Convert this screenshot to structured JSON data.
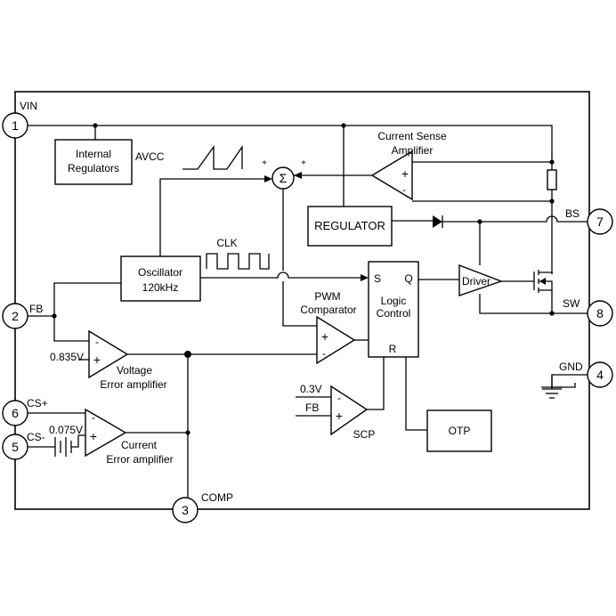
{
  "pins": {
    "vin": {
      "number": "1",
      "label": "VIN"
    },
    "fb": {
      "number": "2",
      "label": "FB"
    },
    "comp": {
      "number": "3",
      "label": "COMP"
    },
    "gnd": {
      "number": "4",
      "label": "GND"
    },
    "csm": {
      "number": "5",
      "label": "CS-"
    },
    "csp": {
      "number": "6",
      "label": "CS+"
    },
    "bs": {
      "number": "7",
      "label": "BS"
    },
    "sw": {
      "number": "8",
      "label": "SW"
    }
  },
  "blocks": {
    "internal_regulators": {
      "line1": "Internal",
      "line2": "Regulators"
    },
    "avcc": "AVCC",
    "regulator": "REGULATOR",
    "oscillator": {
      "line1": "Oscillator",
      "line2": "120kHz"
    },
    "clk": "CLK",
    "logic": {
      "s": "S",
      "q": "Q",
      "r": "R",
      "line1": "Logic",
      "line2": "Control"
    },
    "driver": "Driver",
    "otp": "OTP",
    "sum_symbol": "Σ"
  },
  "amplifiers": {
    "current_sense": {
      "line1": "Current Sense",
      "line2": "Amplifier"
    },
    "pwm": {
      "line1": "PWM",
      "line2": "Comparator"
    },
    "voltage_error": {
      "line1": "Voltage",
      "line2": "Error amplifier",
      "reference": "0.835V"
    },
    "current_error": {
      "line1": "Current",
      "line2": "Error amplifier",
      "reference": "0.075V"
    },
    "scp": {
      "label": "SCP",
      "reference": "0.3V",
      "fb": "FB"
    }
  },
  "signs": {
    "plus": "+",
    "minus": "-"
  }
}
